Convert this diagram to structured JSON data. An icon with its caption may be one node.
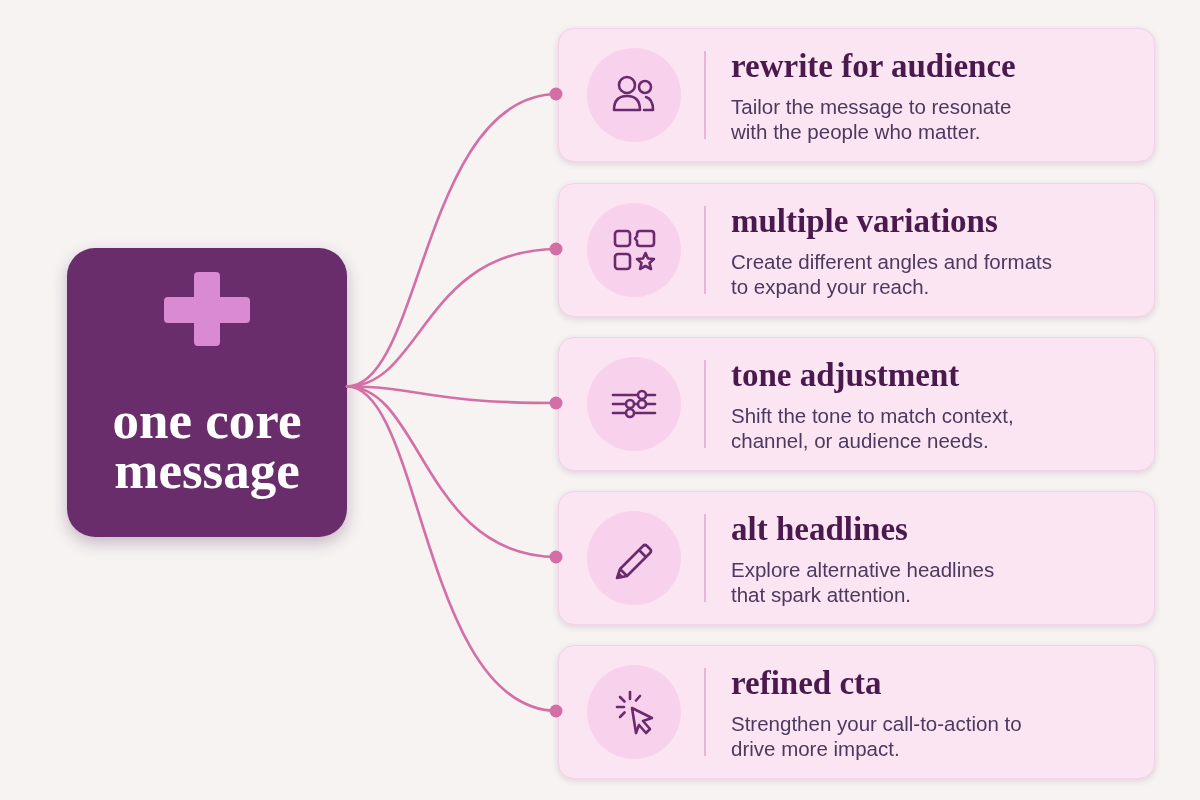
{
  "diagram": {
    "nodes": [
      {
        "text": [
          "one core message"
        ]
      },
      {
        "text": [
          "rewrite for audience",
          "Tailor the message to resonate with the people who matter."
        ]
      },
      {
        "text": [
          "multiple variations",
          "Create different angles and formats to expand your reach."
        ]
      },
      {
        "text": [
          "tone adjustment",
          "Shift the tone to match context, channel, or audience needs."
        ]
      },
      {
        "text": [
          "alt headlines",
          "Explore alternative headlines that spark attention."
        ]
      },
      {
        "text": [
          "refined cta",
          "Strengthen your call-to-action to drive more impact."
        ]
      }
    ],
    "edges": [
      {
        "from": 0,
        "to": 1,
        "arrow": "other"
      },
      {
        "from": 0,
        "to": 2,
        "arrow": "other"
      },
      {
        "from": 0,
        "to": 3,
        "arrow": "other"
      },
      {
        "from": 0,
        "to": 4,
        "arrow": "other"
      },
      {
        "from": 0,
        "to": 5,
        "arrow": "other"
      }
    ]
  }
}
